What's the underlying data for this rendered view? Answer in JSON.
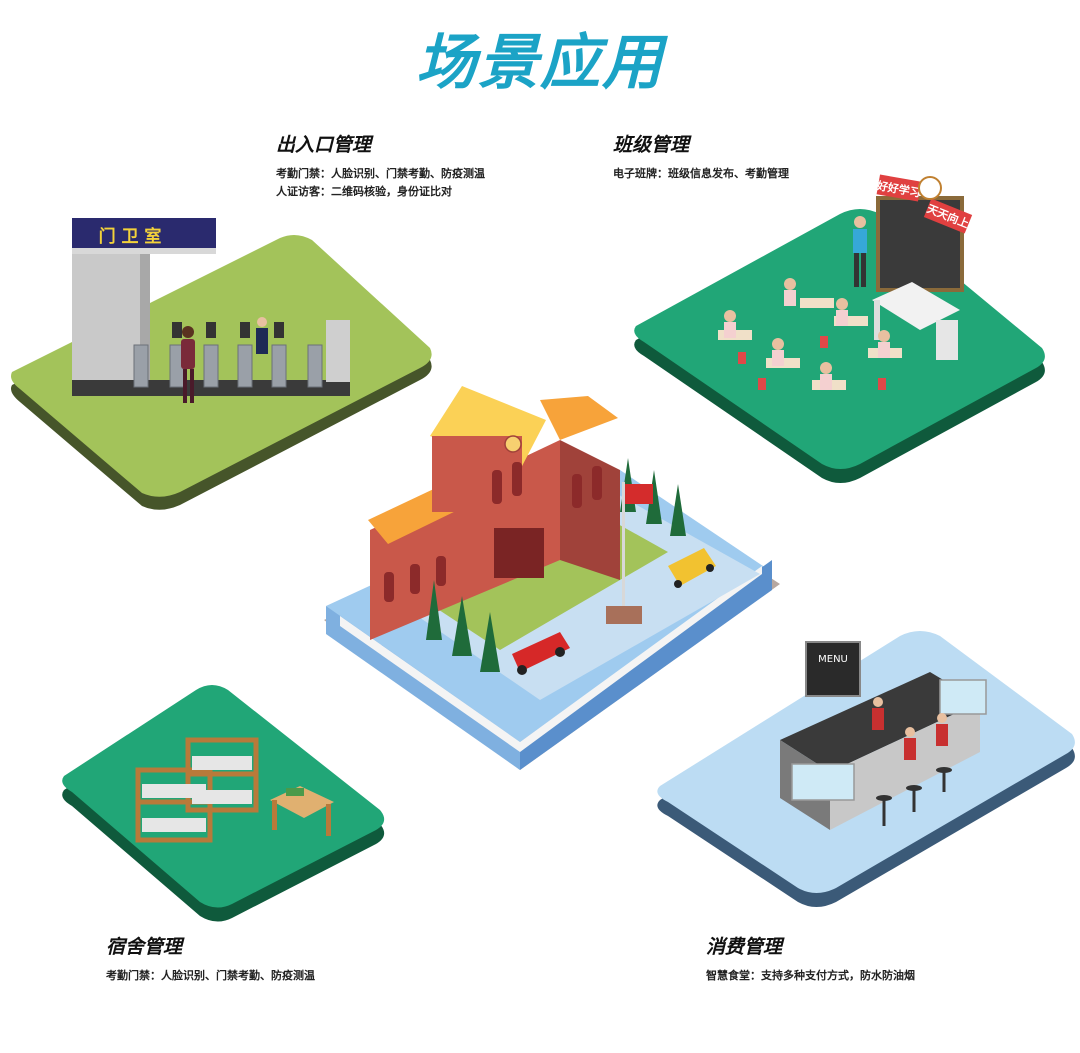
{
  "title": "场景应用",
  "scenes": {
    "entrance": {
      "title": "出入口管理",
      "lines": [
        "考勤门禁：人脸识别、门禁考勤、防疫测温",
        "人证访客：二维码核验，身份证比对"
      ],
      "sign": "门 卫 室",
      "platform_color": "#a3c35a"
    },
    "classroom": {
      "title": "班级管理",
      "lines": [
        "电子班牌：班级信息发布、考勤管理"
      ],
      "banner_left": "好好学习",
      "banner_right": "天天向上",
      "platform_color": "#21a677"
    },
    "dormitory": {
      "title": "宿舍管理",
      "lines": [
        "考勤门禁：人脸识别、门禁考勤、防疫测温"
      ],
      "platform_color": "#21a677"
    },
    "canteen": {
      "title": "消费管理",
      "lines": [
        "智慧食堂：支持多种支付方式，防水防油烟"
      ],
      "menu_label": "MENU",
      "platform_color": "#bcdcf3"
    }
  },
  "colors": {
    "title": "#1ba3c6",
    "building_wall": "#c9584a",
    "building_roof": "#f7a33a",
    "book_cover": "#9fcbef"
  }
}
